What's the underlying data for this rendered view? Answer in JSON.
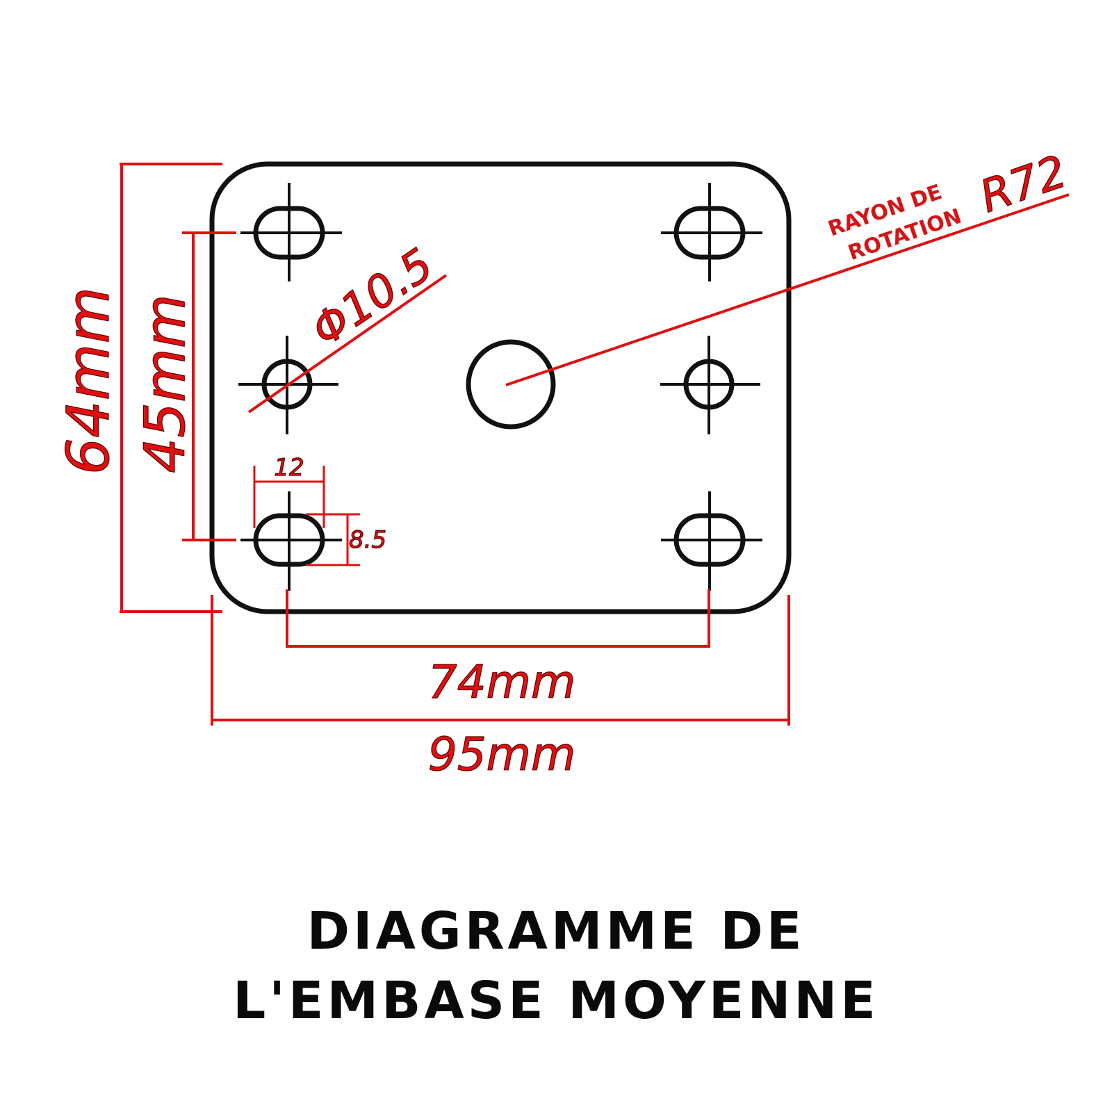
{
  "colors": {
    "outline": "#111111",
    "dimension": "#e01010",
    "title": "#0a0a0a"
  },
  "dimensions": {
    "total_height": "64mm",
    "hole_spacing_vertical": "45mm",
    "hole_spacing_horizontal": "74mm",
    "total_width": "95mm",
    "hole_diameter": "Φ10.5",
    "slot_length": "12",
    "slot_width": "8.5"
  },
  "rotation": {
    "label_line1": "RAYON DE",
    "label_line2": "ROTATION",
    "radius": "R72"
  },
  "title": {
    "line1": "DIAGRAMME DE",
    "line2": "L'EMBASE MOYENNE"
  }
}
